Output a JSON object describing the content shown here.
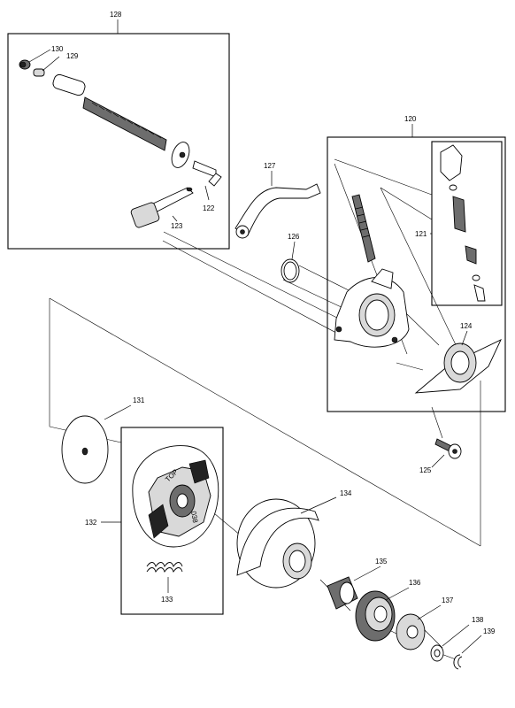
{
  "diagram": {
    "callouts": [
      {
        "id": "c128",
        "text": "128"
      },
      {
        "id": "c130",
        "text": "130"
      },
      {
        "id": "c129",
        "text": "129"
      },
      {
        "id": "c122",
        "text": "122"
      },
      {
        "id": "c123",
        "text": "123"
      },
      {
        "id": "c127",
        "text": "127"
      },
      {
        "id": "c126",
        "text": "126"
      },
      {
        "id": "c120",
        "text": "120"
      },
      {
        "id": "c121",
        "text": "121"
      },
      {
        "id": "c124",
        "text": "124"
      },
      {
        "id": "c125",
        "text": "125"
      },
      {
        "id": "c131",
        "text": "131"
      },
      {
        "id": "c132",
        "text": "132"
      },
      {
        "id": "c133",
        "text": "133"
      },
      {
        "id": "c134",
        "text": "134"
      },
      {
        "id": "c135",
        "text": "135"
      },
      {
        "id": "c136",
        "text": "136"
      },
      {
        "id": "c137",
        "text": "137"
      },
      {
        "id": "c138",
        "text": "138"
      },
      {
        "id": "c139",
        "text": "139"
      }
    ],
    "part_markings": {
      "clutch_top": "TOP",
      "clutch_038": "038"
    }
  }
}
